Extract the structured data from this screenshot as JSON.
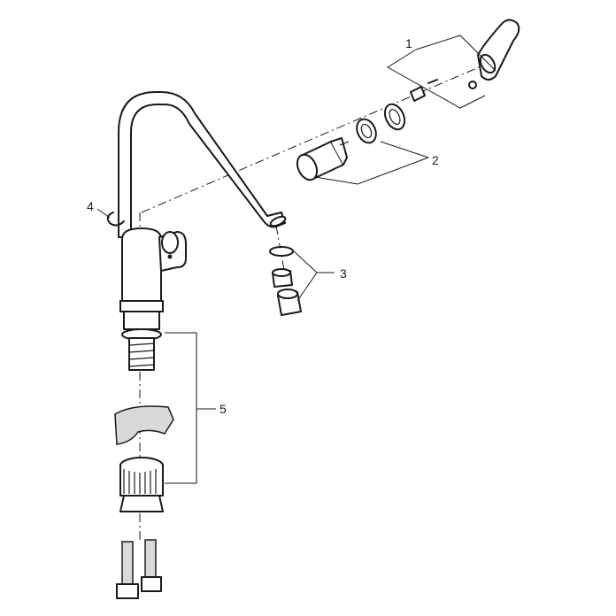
{
  "diagram": {
    "callouts": [
      {
        "id": "1",
        "label": "1"
      },
      {
        "id": "2",
        "label": "2"
      },
      {
        "id": "3",
        "label": "3"
      },
      {
        "id": "4",
        "label": "4"
      },
      {
        "id": "5",
        "label": "5"
      }
    ]
  },
  "colors": {
    "line": "#1a1a1a",
    "background": "#ffffff",
    "shade": "#d9d9d9"
  }
}
